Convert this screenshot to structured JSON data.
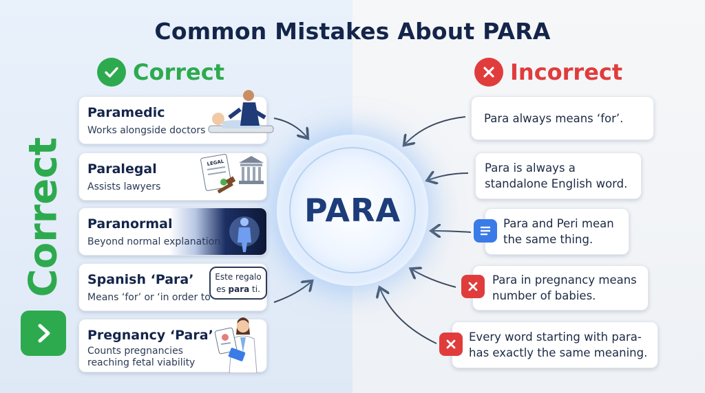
{
  "title": "Common Mistakes About PARA",
  "correct_heading": "Correct",
  "incorrect_heading": "Incorrect",
  "vertical_label": "Correct",
  "center_label": "PARA",
  "correct_items": [
    {
      "title": "Paramedic",
      "subtitle": "Works alongside doctors"
    },
    {
      "title": "Paralegal",
      "subtitle": "Assists lawyers",
      "doc_label": "LEGAL"
    },
    {
      "title": "Paranormal",
      "subtitle": "Beyond normal explanation"
    },
    {
      "title": "Spanish ‘Para’",
      "subtitle": "Means ‘for’ or ‘in order to’",
      "bubble_line1": "Este regalo",
      "bubble_line2_pre": "es ",
      "bubble_line2_bold": "para",
      "bubble_line2_post": " ti."
    },
    {
      "title": "Pregnancy ‘Para’",
      "subtitle": "Counts pregnancies reaching fetal viability"
    }
  ],
  "incorrect_items": [
    {
      "text": "Para always means ‘for’.",
      "icon": "none"
    },
    {
      "line1": "Para is always a",
      "line2": "standalone English word.",
      "icon": "none"
    },
    {
      "line1": "Para and Peri mean",
      "line2": "the same thing.",
      "icon": "document-icon"
    },
    {
      "line1": "Para in pregnancy means",
      "line2": "number of babies.",
      "icon": "x-icon"
    },
    {
      "line1": "Every word starting with para-",
      "line2": "has exactly the same meaning.",
      "icon": "x-icon"
    }
  ],
  "colors": {
    "green": "#2eaa4e",
    "red": "#e03c3c",
    "navy": "#14254a",
    "blue": "#3a7be8"
  }
}
